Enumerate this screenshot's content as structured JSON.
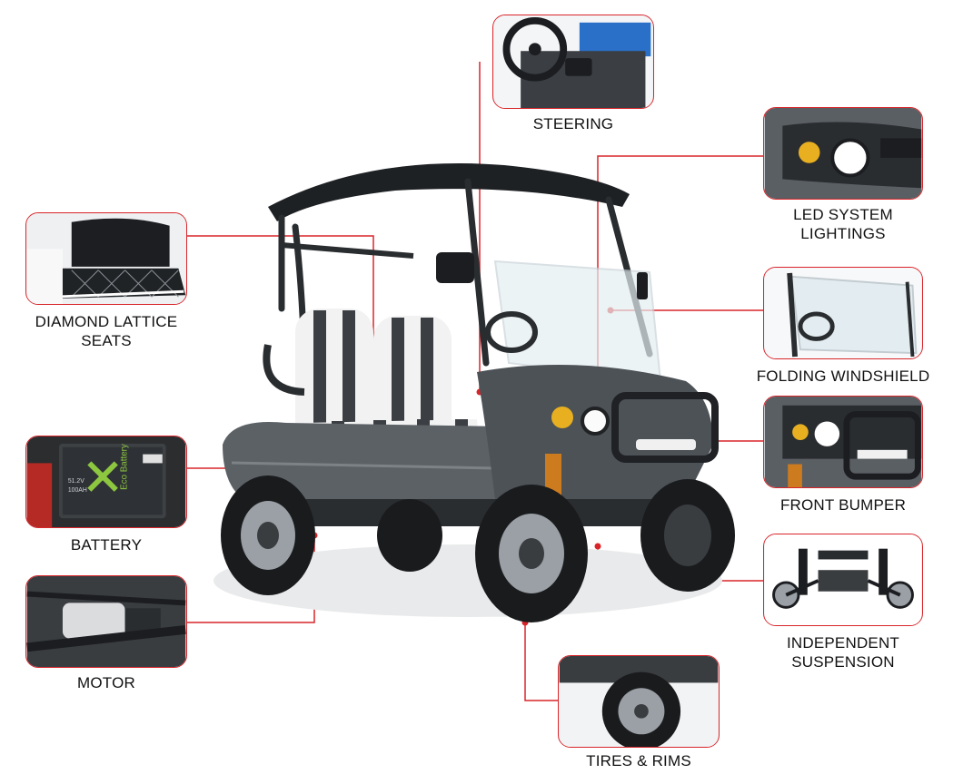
{
  "colors": {
    "accent": "#d9252a",
    "cart_body": "#5c6166",
    "roof": "#1e2124",
    "seat_white": "#f2f2f2",
    "seat_dark": "#3b3f44"
  },
  "features": {
    "steering": {
      "lines": [
        "STEERING"
      ]
    },
    "led": {
      "lines": [
        "LED SYSTEM",
        "LIGHTINGS"
      ]
    },
    "seats": {
      "lines": [
        "DIAMOND LATTICE",
        "SEATS"
      ]
    },
    "windshield": {
      "lines": [
        "FOLDING WINDSHIELD"
      ]
    },
    "battery": {
      "lines": [
        "BATTERY"
      ],
      "brand_text": "Eco Battery",
      "spec_voltage": "51.2V",
      "spec_capacity": "100AH"
    },
    "bumper": {
      "lines": [
        "FRONT BUMPER"
      ]
    },
    "motor": {
      "lines": [
        "MOTOR"
      ]
    },
    "suspension": {
      "lines": [
        "INDEPENDENT",
        "SUSPENSION"
      ]
    },
    "tires": {
      "lines": [
        "TIRES & RIMS"
      ]
    }
  }
}
